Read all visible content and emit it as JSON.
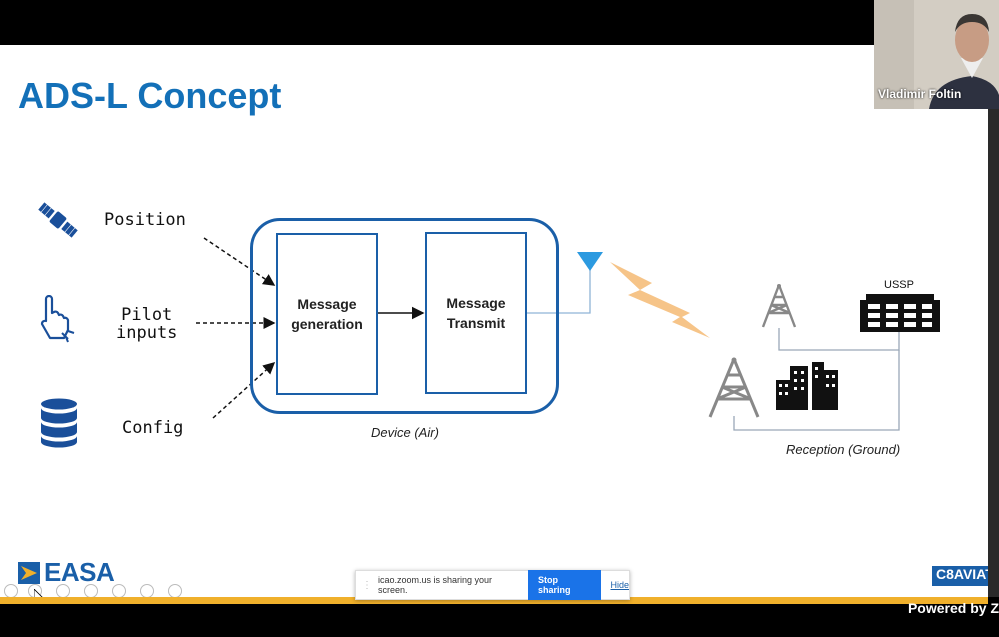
{
  "slide": {
    "title": "ADS-L Concept",
    "inputs": [
      "Position",
      "Pilot\ninputs",
      "Config"
    ],
    "boxes": {
      "generation": "Message\ngeneration",
      "transmit": "Message\nTransmit"
    },
    "device_caption": "Device (Air)",
    "reception_caption": "Reception (Ground)",
    "ussp_label": "USSP",
    "logo_text": "EASA",
    "partner_logo": "C8AVIAT"
  },
  "share_bar": {
    "message": "icao.zoom.us is sharing your screen.",
    "stop_label": "Stop sharing",
    "hide_label": "Hide"
  },
  "video": {
    "participant_name": "Vladimir Foltin"
  },
  "footer": {
    "powered_by": "Powered by Z"
  },
  "colors": {
    "title_blue": "#1370b8",
    "diagram_blue": "#1a5fa8",
    "accent_orange": "#f0b02b",
    "stop_button": "#1a73e8"
  }
}
